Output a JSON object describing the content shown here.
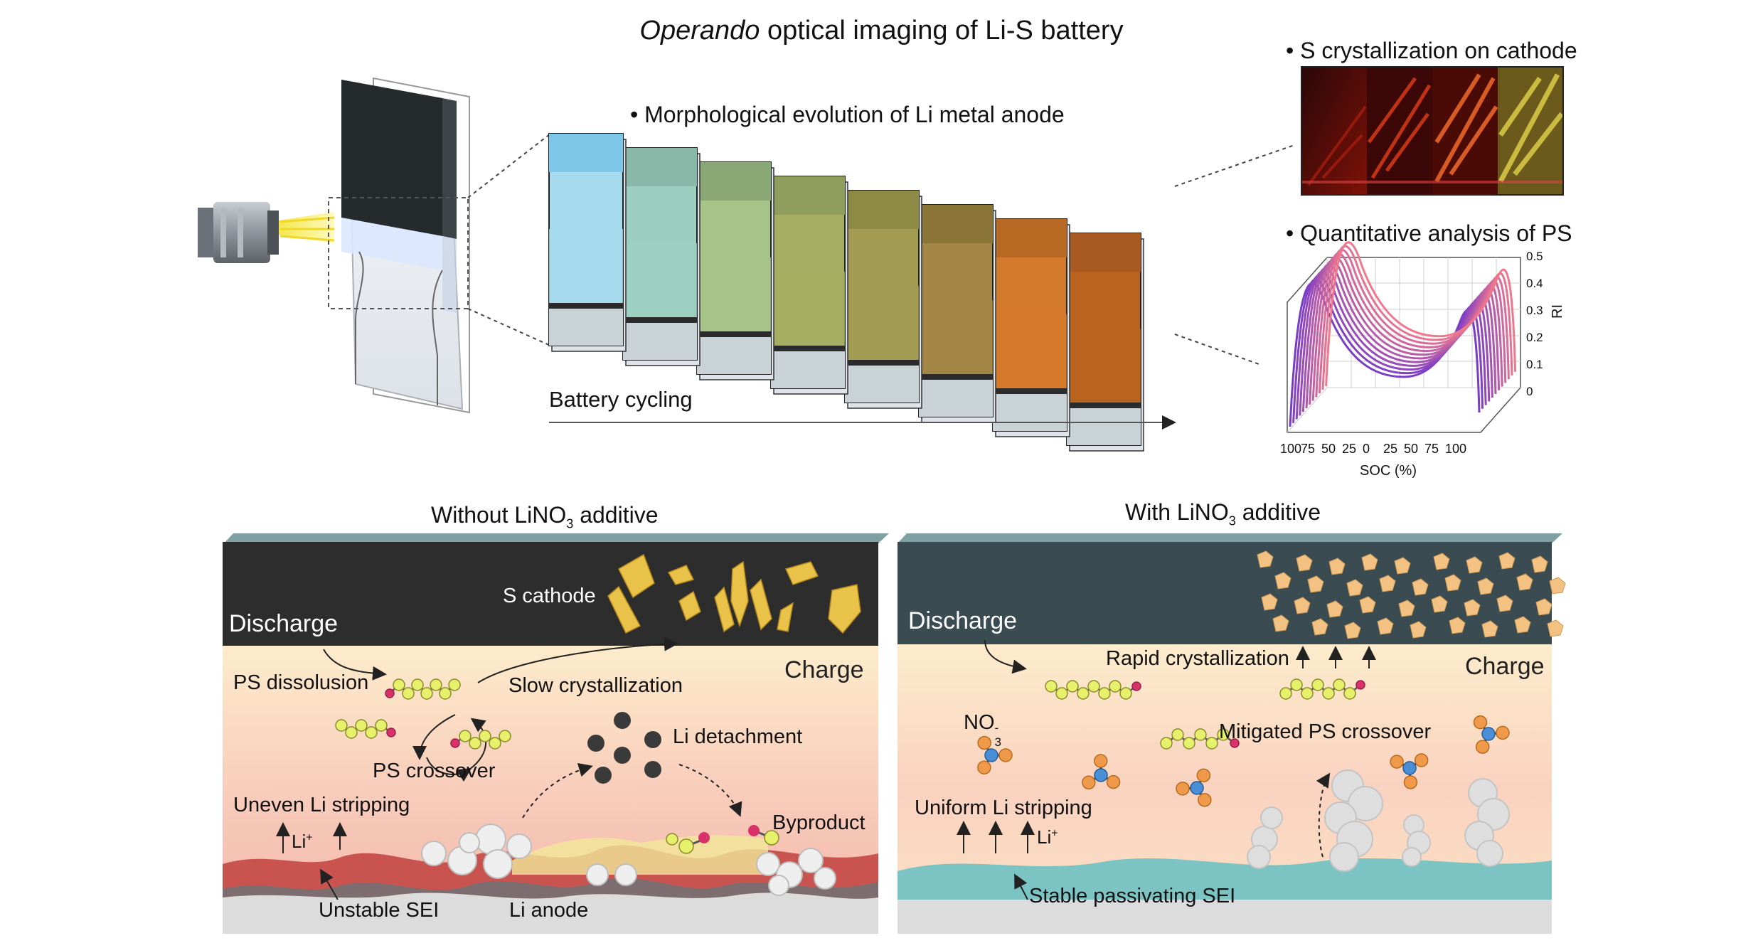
{
  "title": {
    "italic": "Operando",
    "rest": " optical imaging of Li-S battery"
  },
  "top": {
    "morphology_label": "• Morphological evolution of Li metal anode",
    "cycling_label": "Battery cycling",
    "crystallization_label": "• S crystallization on cathode",
    "quant_label": "• Quantitative analysis of PS"
  },
  "plot": {
    "x_ticks": [
      "100",
      "75",
      "50",
      "25",
      "0",
      "25",
      "50",
      "75",
      "100"
    ],
    "x_label": "SOC (%)",
    "y_ticks": [
      "0.5",
      "0.4",
      "0.3",
      "0.2",
      "0.1",
      "0"
    ],
    "y_label": "RI"
  },
  "left_panel": {
    "title_pre": "Without LiNO",
    "title_sub": "3",
    "title_post": " additive",
    "s_cathode": "S cathode",
    "discharge": "Discharge",
    "charge": "Charge",
    "ps_dissolusion": "PS dissolusion",
    "slow_crystallization": "Slow crystallization",
    "ps_crossover": "PS crossover",
    "li_detachment": "Li detachment",
    "uneven_stripping": "Uneven Li stripping",
    "li_plus": "Li",
    "li_plus_sup": "+",
    "byproduct": "Byproduct",
    "unstable_sei": "Unstable SEI",
    "li_anode": "Li anode"
  },
  "right_panel": {
    "title_pre": "With LiNO",
    "title_sub": "3",
    "title_post": " additive",
    "discharge": "Discharge",
    "charge": "Charge",
    "rapid_crystallization": "Rapid crystallization",
    "no3": "NO",
    "no3_sub": "3",
    "no3_sup": "-",
    "mitigated_crossover": "Mitigated PS crossover",
    "uniform_stripping": "Uniform Li stripping",
    "li_plus": "Li",
    "li_plus_sup": "+",
    "stable_sei": "Stable passivating SEI"
  },
  "colors": {
    "cathode_dark": "#2d2d2d",
    "cathode_slate": "#3a4b52",
    "electrolyte_top": "#fce9c8",
    "electrolyte_bottom": "#f3b7ae",
    "sulfur_yellow": "#e9c24a",
    "ps_chain": "#e6f06a",
    "ps_end": "#d9326a",
    "sei_red": "#c9544f",
    "sei_teal": "#7cc3c3",
    "anode_gray": "#d9d9d9",
    "no3_blue": "#4a8fd6",
    "no3_orange": "#ef9a4a"
  }
}
